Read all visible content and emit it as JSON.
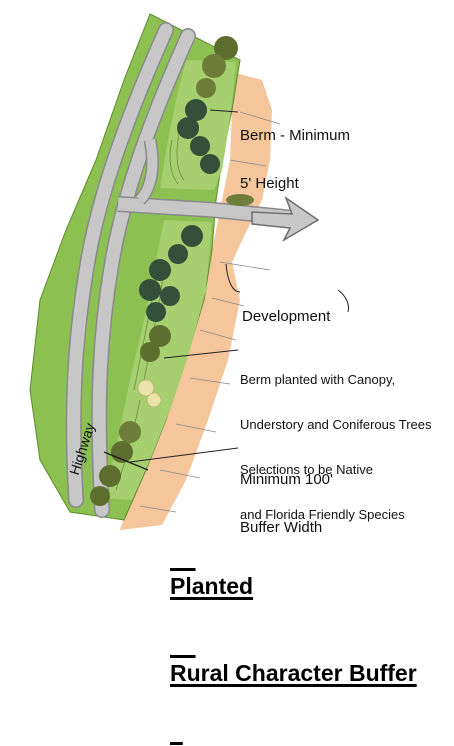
{
  "labels": {
    "berm_height_line1": "Berm - Minimum",
    "berm_height_line2": "5' Height",
    "development": "Development",
    "berm_planted_line1": "Berm planted with Canopy,",
    "berm_planted_line2": "Understory and Coniferous Trees",
    "berm_planted_line3": "Selections to be Native",
    "berm_planted_line4": "and Florida Friendly Species",
    "buffer_line1": "Minimum 100'",
    "buffer_line2": "Buffer Width",
    "highway": "Highway"
  },
  "title": {
    "line1": "Planted",
    "line2": "Rural Character Buffer"
  },
  "colors": {
    "grass": "#8cc152",
    "grass_dark": "#6ea43a",
    "berm": "#a6cf6f",
    "road": "#c7c7c7",
    "road_edge": "#8a8a8a",
    "development": "#f5c59b",
    "tree_dark": "#33503a",
    "tree_olive": "#5e6e2e",
    "tree_light": "#e9e3a9",
    "arrow": "#c8c8c8"
  }
}
